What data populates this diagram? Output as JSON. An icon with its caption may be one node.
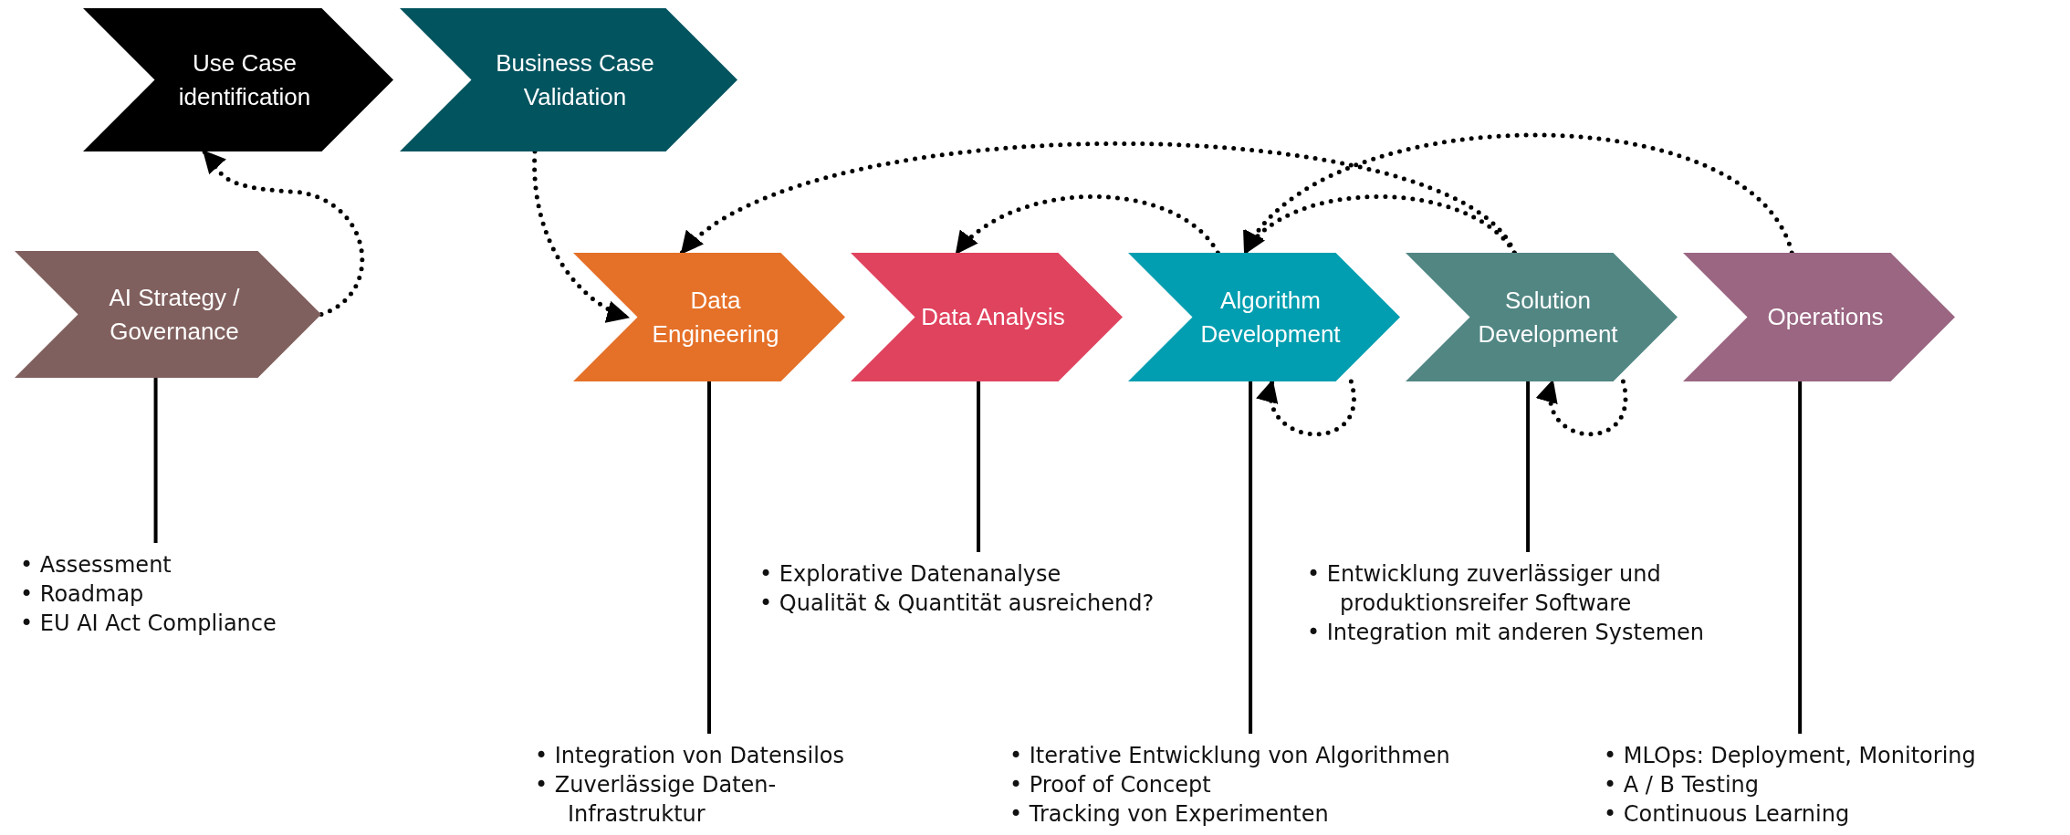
{
  "diagram": {
    "nodes": [
      {
        "text": [
          "Use Case identification"
        ]
      },
      {
        "text": [
          "Business Case Validation"
        ]
      },
      {
        "text": [
          "AI Strategy / Governance"
        ]
      },
      {
        "text": [
          "Data Engineering"
        ]
      },
      {
        "text": [
          "Data Analysis"
        ]
      },
      {
        "text": [
          "Algorithm Development"
        ]
      },
      {
        "text": [
          "Solution Development"
        ]
      },
      {
        "text": [
          "Operations"
        ]
      },
      {
        "text": [
          "• Assessment",
          "• Roadmap",
          "• EU AI Act Compliance"
        ]
      },
      {
        "text": [
          "• Integration von Datensilos",
          "• Zuverlässige Daten-Infrastruktur"
        ]
      },
      {
        "text": [
          "• Explorative Datenanalyse",
          "• Qualität & Quantität ausreichend?"
        ]
      },
      {
        "text": [
          "• Iterative Entwicklung von Algorithmen",
          "• Proof of Concept",
          "• Tracking von Experimenten"
        ]
      },
      {
        "text": [
          "• Entwicklung zuverlässiger und produktionsreifer Software",
          "• Integration mit anderen Systemen"
        ]
      },
      {
        "text": [
          "• MLOps: Deployment, Monitoring",
          "• A / B Testing",
          "• Continuous Learning"
        ]
      }
    ],
    "edges": [
      {
        "from": 2,
        "to": 0,
        "arrow": "to",
        "style": "dashed"
      },
      {
        "from": 1,
        "to": 3,
        "arrow": "to",
        "style": "dashed"
      },
      {
        "from": 6,
        "to": 3,
        "arrow": "to",
        "style": "dashed"
      },
      {
        "from": 5,
        "to": 4,
        "arrow": "to",
        "style": "dashed"
      },
      {
        "from": 6,
        "to": 5,
        "arrow": "to",
        "style": "dashed"
      },
      {
        "from": 7,
        "to": 5,
        "arrow": "to",
        "style": "dashed"
      },
      {
        "from": 5,
        "to": 5,
        "arrow": "to",
        "style": "dashed"
      },
      {
        "from": 6,
        "to": 6,
        "arrow": "to",
        "style": "dashed"
      },
      {
        "from": 2,
        "to": 8,
        "arrow": "none"
      },
      {
        "from": 3,
        "to": 9,
        "arrow": "none"
      },
      {
        "from": 4,
        "to": 10,
        "arrow": "none"
      },
      {
        "from": 5,
        "to": 11,
        "arrow": "none"
      },
      {
        "from": 6,
        "to": 12,
        "arrow": "none"
      },
      {
        "from": 7,
        "to": 13,
        "arrow": "none"
      }
    ]
  }
}
